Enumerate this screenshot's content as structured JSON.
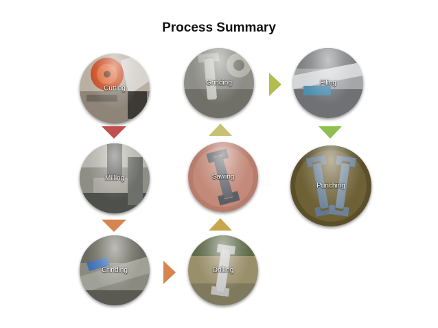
{
  "title": "Process Summary",
  "steps": {
    "cutting": {
      "label": "Cutting"
    },
    "milling": {
      "label": "Milling"
    },
    "grinding1": {
      "label": "Grinding"
    },
    "drilling": {
      "label": "Drilling"
    },
    "sawing": {
      "label": "Sawing"
    },
    "grinding2": {
      "label": "Grinding"
    },
    "filing": {
      "label": "Filing"
    },
    "punching": {
      "label": "Punching"
    }
  },
  "arrow_colors": {
    "red": "#c0504d",
    "orange": "#d7844f",
    "gold": "#c8a64e",
    "olive": "#b2bd4e",
    "green": "#8fc04f"
  },
  "icons": [
    "wrench-icon",
    "saw-blade-icon"
  ]
}
